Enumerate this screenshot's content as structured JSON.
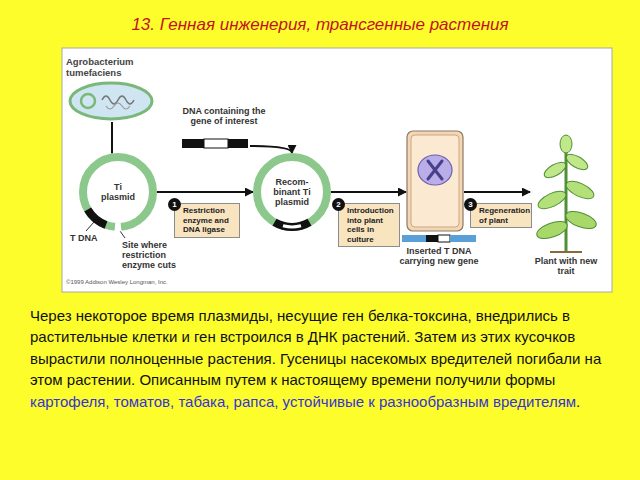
{
  "diagram": {
    "title": "13. Генная инженерия, трансгенные растения",
    "nodes": [
      {
        "text": [
          "Agrobacterium tumefaciens"
        ]
      },
      {
        "text": [
          "Ti plasmid"
        ]
      },
      {
        "text": [
          "DNA containing the gene of interest"
        ]
      },
      {
        "text": [
          "1",
          "Restriction enzyme and DNA ligase"
        ]
      },
      {
        "text": [
          "Recom- binant Ti plasmid"
        ]
      },
      {
        "text": [
          "2",
          "Introduction into plant cells in culture"
        ]
      },
      {
        "text": [
          "Inserted T DNA carrying new gene"
        ]
      },
      {
        "text": [
          "3",
          "Regeneration of plant"
        ]
      },
      {
        "text": [
          "Plant with new trait"
        ]
      }
    ],
    "edges": [
      {
        "from": 0,
        "to": 1,
        "arrow": "none"
      },
      {
        "from": 1,
        "to": 4,
        "arrow": "to"
      },
      {
        "from": 2,
        "to": 4,
        "arrow": "to"
      },
      {
        "from": 4,
        "to": 6,
        "arrow": "to"
      },
      {
        "from": 6,
        "to": 8,
        "arrow": "to"
      }
    ],
    "labels": [
      "T DNA",
      "Site where restriction enzyme cuts",
      "©1999 Addison Wesley Longman, Inc.",
      "Через некоторое время плазмиды, несущие ген белка-токсина, внедрились в растительные клетки и ген встроился в ДНК растений. Затем из этих кусочков вырастили полноценные растения. Гусеницы насекомых вредителей погибали на этом растении. Описанным путем к настоящему времени получили формы",
      "картофеля, томатов, табака, рапса, устойчивые к разнообразным вредителям",
      "."
    ]
  }
}
